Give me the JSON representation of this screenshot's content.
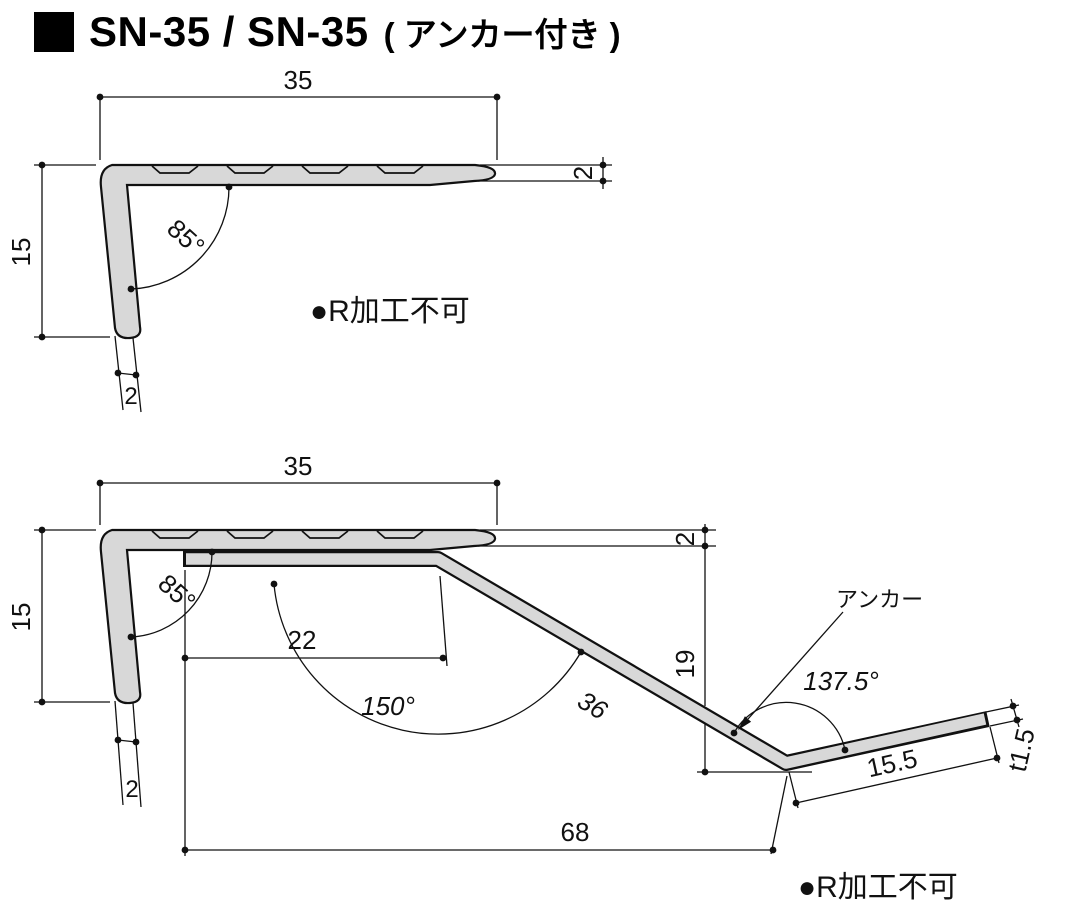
{
  "colors": {
    "profile_fill": "#d8d8d8",
    "line": "#111111"
  },
  "title": {
    "marker_icon": "black-square",
    "main": "SN-35 / SN-35",
    "suffix": "( アンカー付き )"
  },
  "top_profile": {
    "width": "35",
    "height": "15",
    "tip_thickness": "2",
    "leg_thickness": "2",
    "corner_angle": "85°",
    "note": "●R加工不可"
  },
  "bottom_profile": {
    "width": "35",
    "height": "15",
    "tip_thickness": "2",
    "leg_thickness": "2",
    "corner_angle": "85°",
    "anchor_offset": "22",
    "bend_angle": "150°",
    "slope_length": "36",
    "drop_height": "19",
    "anchor_label": "アンカー",
    "anchor_bend_angle": "137.5°",
    "anchor_end_length": "15.5",
    "overall_length": "68",
    "anchor_thickness": "t1.5",
    "note": "●R加工不可"
  }
}
